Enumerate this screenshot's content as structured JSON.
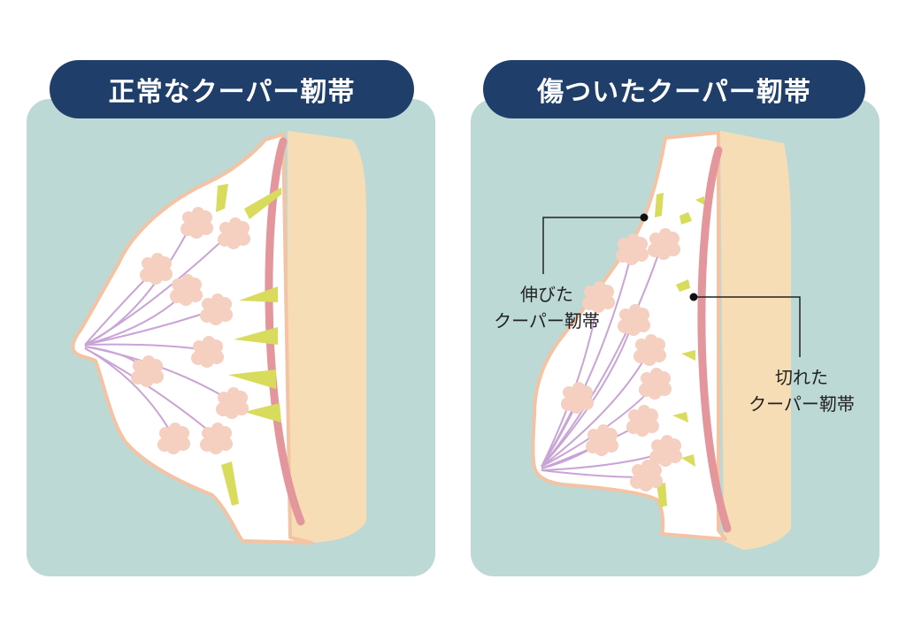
{
  "panels": {
    "left": {
      "title": "正常なクーパー靭帯"
    },
    "right": {
      "title": "傷ついたクーパー靭帯"
    }
  },
  "callouts": {
    "stretched": {
      "line1": "伸びた",
      "line2": "クーパー靭帯"
    },
    "torn": {
      "line1": "切れた",
      "line2": "クーパー靭帯"
    }
  },
  "colors": {
    "panel_bg": "#bcd9d5",
    "title_bg": "#1f3f6a",
    "title_text": "#ffffff",
    "chest_wall": "#f6ddb6",
    "muscle_layer": "#e3969c",
    "skin_outline": "#f3c3a4",
    "ligament": "#d8db5c",
    "lobule": "#f5cfc0",
    "duct": "#c9a4d6"
  }
}
